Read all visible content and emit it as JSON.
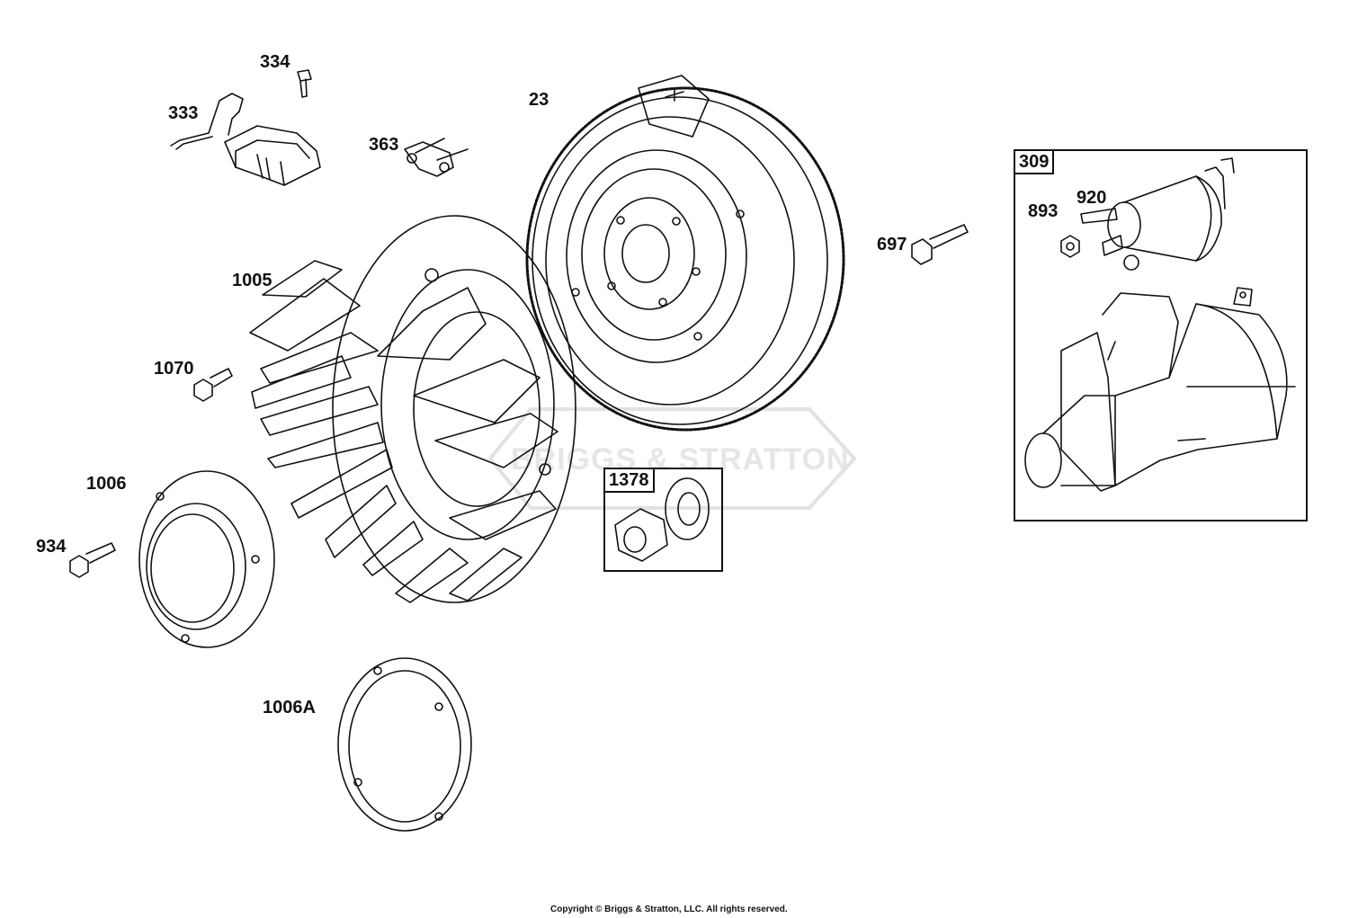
{
  "parts": {
    "p334": "334",
    "p333": "333",
    "p363": "363",
    "p23": "23",
    "p309": "309",
    "p920": "920",
    "p893": "893",
    "p697": "697",
    "p1005": "1005",
    "p1070": "1070",
    "p1006": "1006",
    "p934": "934",
    "p1378": "1378",
    "p1006A": "1006A"
  },
  "watermark": "BRIGGS & STRATTON",
  "copyright": "Copyright © Briggs & Stratton, LLC. All rights reserved.",
  "colors": {
    "line": "#111111",
    "watermark": "#e6e6e6",
    "background": "#ffffff"
  }
}
